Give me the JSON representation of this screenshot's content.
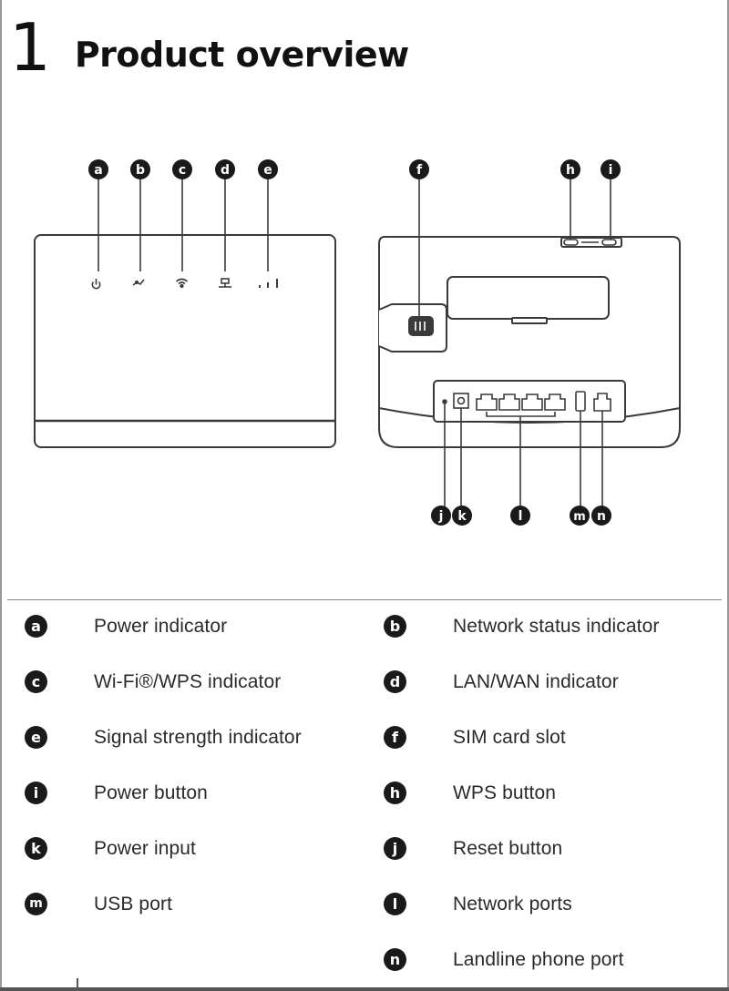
{
  "heading": {
    "number": "1",
    "title": "Product overview"
  },
  "front_callouts": [
    "a",
    "b",
    "c",
    "d",
    "e"
  ],
  "back_top_callouts": [
    "f",
    "h",
    "i"
  ],
  "back_bottom_callouts": [
    "j",
    "k",
    "l",
    "m",
    "n"
  ],
  "legend": {
    "left": [
      {
        "letter": "a",
        "label": "Power indicator"
      },
      {
        "letter": "c",
        "label": "Wi-Fi®/WPS indicator"
      },
      {
        "letter": "e",
        "label": "Signal strength indicator"
      },
      {
        "letter": "i",
        "label": "Power button"
      },
      {
        "letter": "k",
        "label": "Power input"
      },
      {
        "letter": "m",
        "label": "USB port"
      }
    ],
    "right": [
      {
        "letter": "b",
        "label": "Network status indicator"
      },
      {
        "letter": "d",
        "label": "LAN/WAN indicator"
      },
      {
        "letter": "f",
        "label": "SIM card slot"
      },
      {
        "letter": "h",
        "label": "WPS button"
      },
      {
        "letter": "j",
        "label": "Reset button"
      },
      {
        "letter": "l",
        "label": "Network ports"
      },
      {
        "letter": "n",
        "label": "Landline phone port"
      }
    ]
  },
  "colors": {
    "ink": "#1a1a1a",
    "outline": "#3a3a3a",
    "rule": "#8a8a8a"
  }
}
